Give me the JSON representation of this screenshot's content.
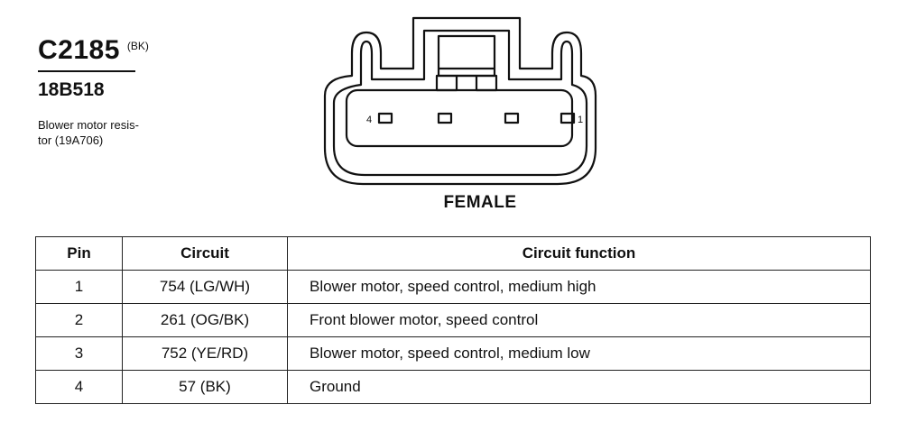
{
  "connector": {
    "id": "C2185",
    "color_code": "(BK)",
    "harness": "18B518",
    "description": "Blower motor resis-\ntor (19A706)",
    "view_label": "FEMALE",
    "pin_numbers": {
      "left": "4",
      "right": "1"
    }
  },
  "table": {
    "headers": {
      "pin": "Pin",
      "circuit": "Circuit",
      "function": "Circuit function"
    },
    "rows": [
      {
        "pin": "1",
        "circuit": "754 (LG/WH)",
        "function": "Blower motor, speed control, medium high"
      },
      {
        "pin": "2",
        "circuit": "261 (OG/BK)",
        "function": "Front blower motor, speed control"
      },
      {
        "pin": "3",
        "circuit": "752 (YE/RD)",
        "function": "Blower motor, speed control, medium low"
      },
      {
        "pin": "4",
        "circuit": "57 (BK)",
        "function": "Ground"
      }
    ]
  }
}
